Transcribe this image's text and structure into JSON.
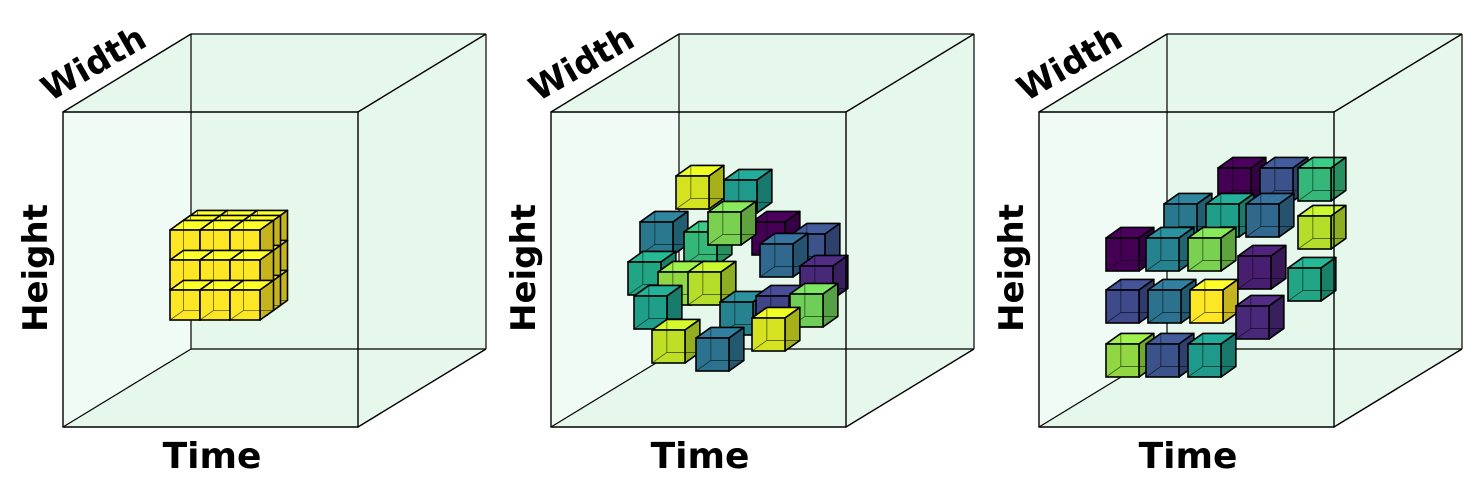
{
  "panels": [
    {
      "width_label": "Width",
      "height_label": "Height",
      "time_label": "Time",
      "arrangement": "compact",
      "cube_colors": [
        "#fde725",
        "#fde725",
        "#fde725",
        "#fde725",
        "#fde725",
        "#fde725",
        "#fde725",
        "#fde725",
        "#fde725"
      ]
    },
    {
      "width_label": "Width",
      "height_label": "Height",
      "time_label": "Time",
      "arrangement": "scattered",
      "cube_colors": [
        "#d5e21f",
        "#1f9a8a",
        "#2a788e",
        "#35b779",
        "#440154",
        "#7ad151",
        "#3b528b",
        "#31688e",
        "#21a585",
        "#90d743",
        "#b5de2b",
        "#482878",
        "#1f9e89",
        "#26828e",
        "#414487",
        "#6ece58",
        "#bddf26",
        "#2c728e"
      ]
    },
    {
      "width_label": "Width",
      "height_label": "Height",
      "time_label": "Time",
      "arrangement": "dilated",
      "cube_colors": [
        "#440154",
        "#3b528b",
        "#35b779",
        "#2a788e",
        "#1f9e89",
        "#31688e",
        "#b5de2b",
        "#440154",
        "#26828e",
        "#7ad151",
        "#481f70",
        "#21a585",
        "#3e4a89",
        "#2c728e",
        "#fde725",
        "#482878",
        "#90d743",
        "#3b528b",
        "#1f9a8a",
        "#414487"
      ]
    }
  ],
  "colors": {
    "box_fill": "#e6f7ec",
    "box_edge": "#000000"
  }
}
